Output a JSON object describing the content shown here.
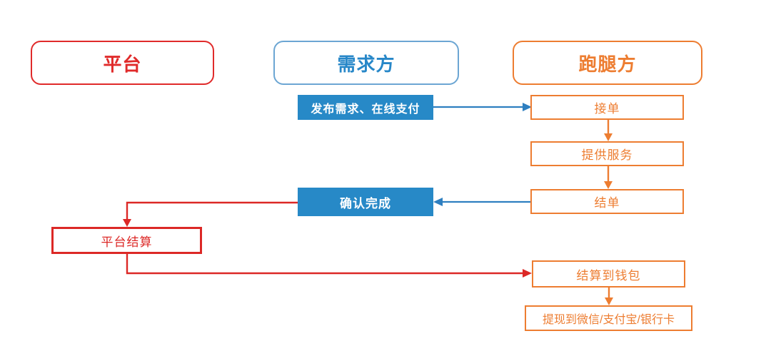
{
  "diagram": {
    "type": "flowchart",
    "colors": {
      "red": "#dc2826",
      "blue_fill": "#2789c7",
      "blue_text": "#2787c8",
      "blue_border_light": "#6ca6d3",
      "blue_arrow": "#2e7fc0",
      "orange": "#ed7d31",
      "background": "#ffffff"
    },
    "lanes": [
      {
        "id": "platform",
        "label": "平台",
        "color": "#e02a2a"
      },
      {
        "id": "demand",
        "label": "需求方",
        "color": "#2787c8"
      },
      {
        "id": "runner",
        "label": "跑腿方",
        "color": "#ed7d31"
      }
    ],
    "nodes": [
      {
        "id": "publish",
        "lane": "demand",
        "label": "发布需求、在线支付",
        "style": "filled-blue"
      },
      {
        "id": "accept",
        "lane": "runner",
        "label": "接单",
        "style": "outlined-orange"
      },
      {
        "id": "provide",
        "lane": "runner",
        "label": "提供服务",
        "style": "outlined-orange"
      },
      {
        "id": "close",
        "lane": "runner",
        "label": "结单",
        "style": "outlined-orange"
      },
      {
        "id": "confirm",
        "lane": "demand",
        "label": "确认完成",
        "style": "filled-blue"
      },
      {
        "id": "settle",
        "lane": "platform",
        "label": "平台结算",
        "style": "outlined-red"
      },
      {
        "id": "wallet",
        "lane": "runner",
        "label": "结算到钱包",
        "style": "outlined-orange"
      },
      {
        "id": "withdraw",
        "lane": "runner",
        "label": "提现到微信/支付宝/银行卡",
        "style": "outlined-orange"
      }
    ],
    "edges": [
      {
        "from": "publish",
        "to": "accept",
        "color": "blue"
      },
      {
        "from": "accept",
        "to": "provide",
        "color": "orange"
      },
      {
        "from": "provide",
        "to": "close",
        "color": "orange"
      },
      {
        "from": "close",
        "to": "confirm",
        "color": "blue"
      },
      {
        "from": "confirm",
        "to": "settle",
        "color": "red"
      },
      {
        "from": "settle",
        "to": "wallet",
        "color": "red"
      },
      {
        "from": "wallet",
        "to": "withdraw",
        "color": "orange"
      }
    ]
  }
}
